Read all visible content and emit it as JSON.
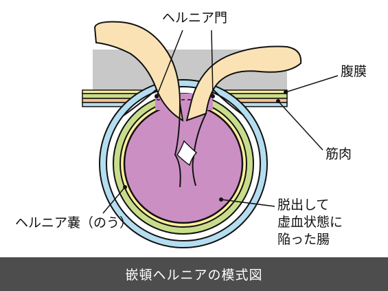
{
  "labels": {
    "hernia_orifice": "ヘルニア門",
    "peritoneum": "腹膜",
    "muscle": "筋肉",
    "hernia_sac": "ヘルニア嚢（のう）",
    "intestine_line1": "脱出して",
    "intestine_line2": "虚血状態に",
    "intestine_line3": "陥った腸"
  },
  "caption": "嵌頓ヘルニアの模式図",
  "colors": {
    "abdomen_gray": "#c8c8c8",
    "intestine_beige": "#fbe2b4",
    "sac_purple": "#cc8fc4",
    "yellow_layer": "#fcee9b",
    "green_layer": "#c8dd8c",
    "orange_layer": "#f6c08c",
    "blue_layer": "#b4ddf0",
    "footer_bg": "#4d4d4d"
  }
}
